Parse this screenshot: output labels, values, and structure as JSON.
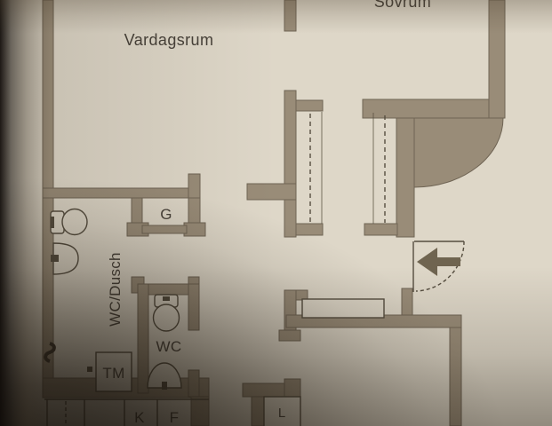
{
  "floor_plan": {
    "rooms": {
      "living_room": "Vardagsrum",
      "bedroom": "Sovrum",
      "bathroom": "WC/Dusch",
      "toilet_room": "WC"
    },
    "storage": {
      "wardrobe_g": "G",
      "closet_l": "L"
    },
    "appliances": {
      "washing_machine": "TM",
      "fridge": "K",
      "freezer": "F"
    },
    "colors": {
      "paper": "#ded7c8",
      "wall": "#998c78",
      "wall_edge": "#6f6454",
      "line": "#554d3f",
      "text": "#474139",
      "arrow": "#6f6450"
    }
  }
}
